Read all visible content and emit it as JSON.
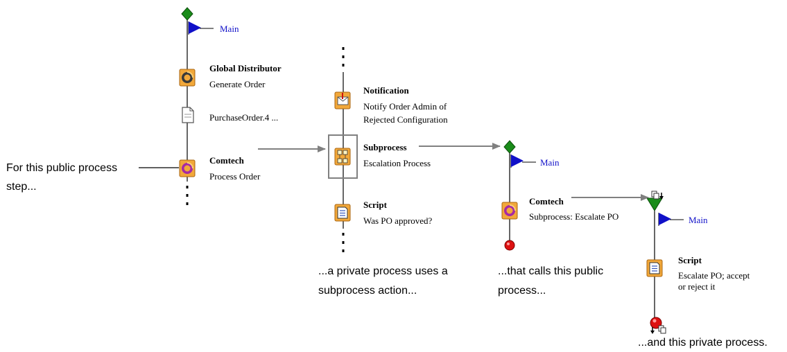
{
  "colors": {
    "line": "#000000",
    "arrow": "#808080",
    "start_diamond": "#1a8c1a",
    "flag": "#1010c8",
    "icon_bg": "#f2a83a",
    "end_dot": "#dd1111"
  },
  "captions": {
    "public_step": [
      "For this public process",
      "step..."
    ],
    "private_subprocess": [
      "...a private process uses a",
      "subprocess action..."
    ],
    "calls_public": [
      "...that calls this public",
      "process..."
    ],
    "and_private": "...and this private process."
  },
  "process1": {
    "flag_label": "Main",
    "steps": [
      {
        "title": "Global Distributor",
        "subtitle": "Generate Order",
        "icon": "partner-action-icon"
      },
      {
        "title": "",
        "subtitle": "PurchaseOrder.4 ...",
        "icon": "document-icon"
      },
      {
        "title": "Comtech",
        "subtitle": "Process Order",
        "icon": "partner-action-icon"
      }
    ]
  },
  "process2": {
    "steps": [
      {
        "title": "Notification",
        "subtitle": [
          "Notify Order Admin of",
          "Rejected Configuration"
        ],
        "icon": "notification-icon"
      },
      {
        "title": "Subprocess",
        "subtitle": "Escalation Process",
        "icon": "subprocess-icon"
      },
      {
        "title": "Script",
        "subtitle": "Was PO approved?",
        "icon": "script-icon"
      }
    ]
  },
  "process3": {
    "flag_label": "Main",
    "steps": [
      {
        "title": "Comtech",
        "subtitle": "Subprocess: Escalate PO",
        "icon": "partner-action-icon"
      }
    ]
  },
  "process4": {
    "flag_label": "Main",
    "steps": [
      {
        "title": "Script",
        "subtitle": [
          "Escalate PO; accept",
          "or reject it"
        ],
        "icon": "script-icon"
      }
    ]
  }
}
